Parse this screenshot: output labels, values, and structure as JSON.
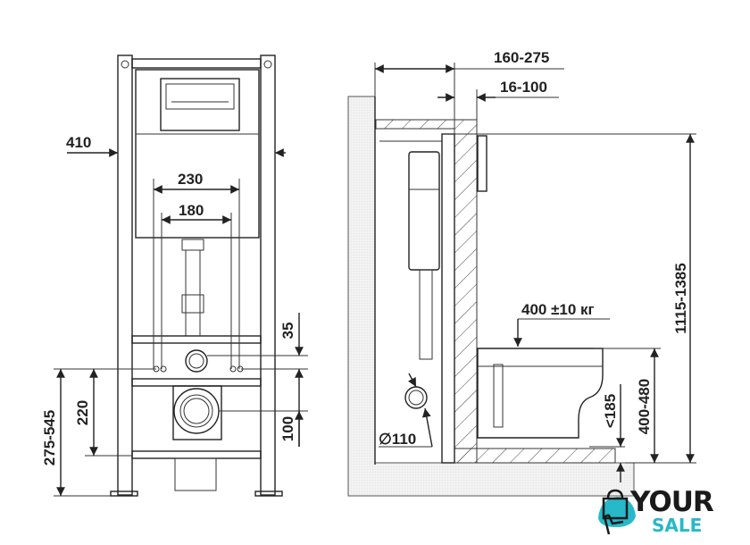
{
  "front_view": {
    "dims": {
      "width_frame": "410",
      "spacing_outer": "230",
      "spacing_inner": "180",
      "height_35": "35",
      "height_100": "100",
      "height_220": "220",
      "height_range": "275-545"
    }
  },
  "side_view": {
    "dims": {
      "depth_range": "160-275",
      "offset_range": "16-100",
      "frame_height": "1115-1385",
      "load": "400 ±10 кг",
      "seat_height": "400-480",
      "outlet_height": "<185",
      "pipe_diameter": "∅110"
    }
  },
  "logo": {
    "line1": "YOUR",
    "line2": "SALE",
    "accent_color": "#27b8c9"
  }
}
